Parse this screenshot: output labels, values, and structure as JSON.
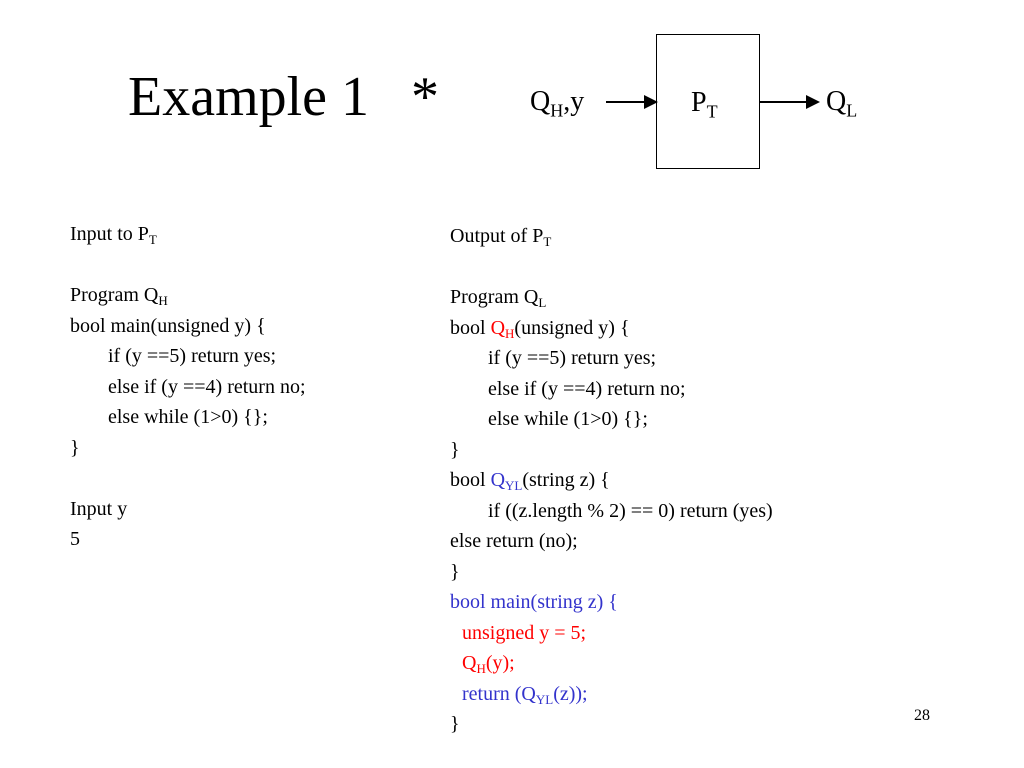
{
  "slide": {
    "title": "Example 1",
    "star": "*",
    "page_number": "28"
  },
  "diagram": {
    "input_q": "Q",
    "input_sub": "H",
    "input_rest": ",y",
    "box_p": "P",
    "box_sub": "T",
    "output_q": "Q",
    "output_sub": "L"
  },
  "left": {
    "heading": "Input to P",
    "heading_sub": "T",
    "program_label": "Program Q",
    "program_sub": "H",
    "code": [
      "bool main(unsigned y) {",
      "if (y ==5) return yes;",
      "else if (y ==4) return no;",
      "else while (1>0) {};",
      "}"
    ],
    "input_label": "Input y",
    "input_value": "5"
  },
  "right": {
    "heading": "Output of P",
    "heading_sub": "T",
    "program_label": "Program Q",
    "program_sub": "L",
    "l1_pre": "bool ",
    "l1_q": "Q",
    "l1_sub": "H",
    "l1_post": "(unsigned y) {",
    "l2": "if (y ==5) return yes;",
    "l3": "else if (y ==4) return no;",
    "l4": "else while (1>0) {};",
    "l5": "}",
    "l6_pre": "bool ",
    "l6_q": "Q",
    "l6_sub": "YL",
    "l6_post": "(string z) {",
    "l7": "if ((z.length % 2) == 0) return (yes)",
    "l8": "else return (no);",
    "l9": "}",
    "l10": "bool main(string z) {",
    "l11": "unsigned y = 5;",
    "l12_q": "Q",
    "l12_sub": "H",
    "l12_post": "(y);",
    "l13_pre": "return (Q",
    "l13_sub": "YL",
    "l13_post": "(z));",
    "l14": "}"
  },
  "colors": {
    "red": "#ff0000",
    "blue": "#3333cc"
  }
}
